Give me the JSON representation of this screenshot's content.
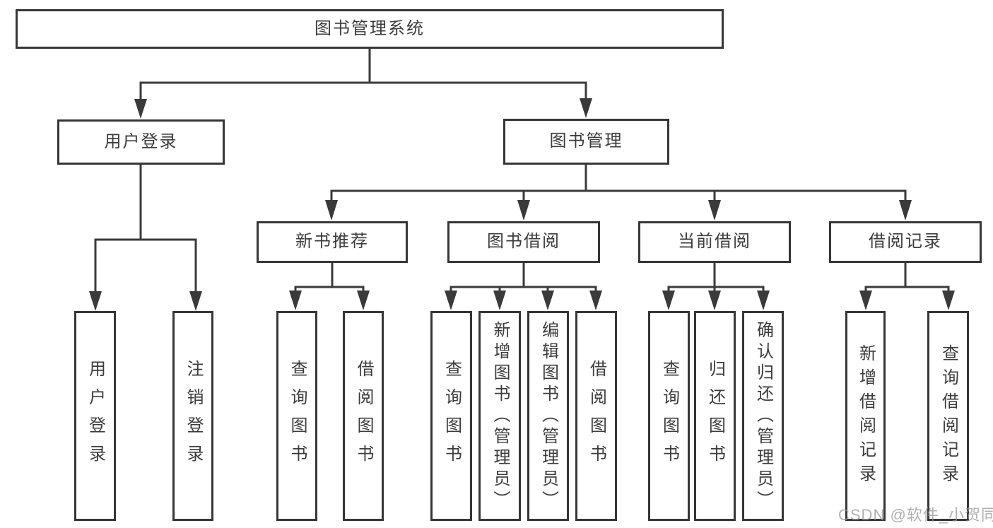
{
  "diagram": {
    "root": {
      "label": "图书管理系统"
    },
    "branches": [
      {
        "label": "用户登录",
        "children": [
          {
            "label": "用户登录"
          },
          {
            "label": "注销登录"
          }
        ]
      },
      {
        "label": "图书管理",
        "children": [
          {
            "label": "新书推荐",
            "children": [
              {
                "label": "查询图书"
              },
              {
                "label": "借阅图书"
              }
            ]
          },
          {
            "label": "图书借阅",
            "children": [
              {
                "label": "查询图书"
              },
              {
                "label": "新增图书（管理员）"
              },
              {
                "label": "编辑图书（管理员）"
              },
              {
                "label": "借阅图书"
              }
            ]
          },
          {
            "label": "当前借阅",
            "children": [
              {
                "label": "查询图书"
              },
              {
                "label": "归还图书"
              },
              {
                "label": "确认归还（管理员）"
              }
            ]
          },
          {
            "label": "借阅记录",
            "children": [
              {
                "label": "新增借阅记录"
              },
              {
                "label": "查询借阅记录"
              }
            ]
          }
        ]
      }
    ]
  },
  "watermark": {
    "text": "CSDN @软件_小贺同学"
  },
  "colors": {
    "line": "#3a3a3a",
    "border": "#363636",
    "text": "#3c3c3c",
    "box_background": "#ffffff",
    "watermark": "#969696"
  }
}
